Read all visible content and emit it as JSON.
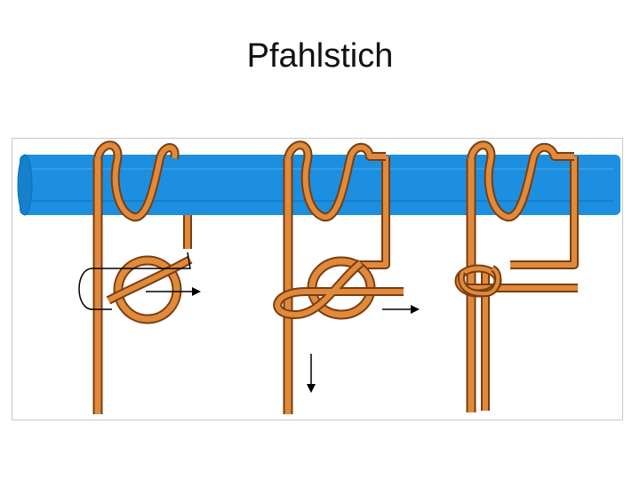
{
  "slide": {
    "title": "Pfahlstich"
  },
  "diagram": {
    "subject": "bowline-knot-steps",
    "steps": 3,
    "colors": {
      "pole": "#1d8fe0",
      "pole_dark": "#0d6fb8",
      "rope_outline": "#7a3e10",
      "rope_fill": "#e08a3c",
      "arrow": "#000000"
    }
  }
}
